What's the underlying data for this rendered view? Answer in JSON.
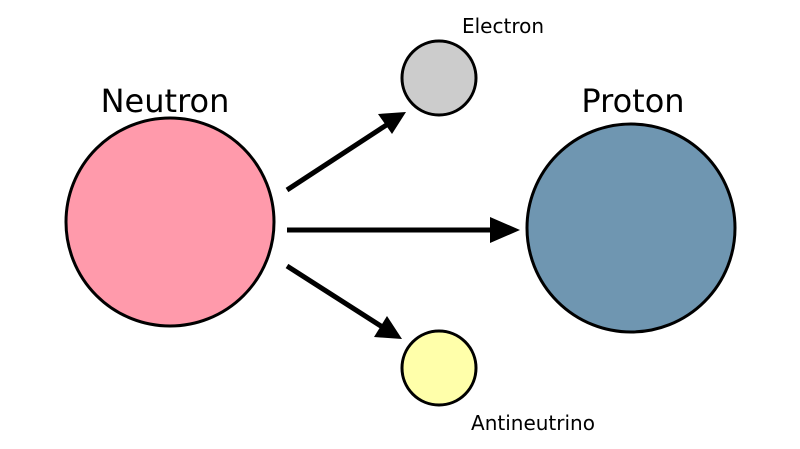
{
  "title": "Beta decay of a neutron",
  "particles": {
    "neutron": {
      "label": "Neutron",
      "color": "#FF9AAB"
    },
    "proton": {
      "label": "Proton",
      "color": "#6F96B1"
    },
    "electron": {
      "label": "Electron",
      "color": "#CCCCCC"
    },
    "antineutrino": {
      "label": "Antineutrino",
      "color": "#FFFFAA"
    }
  },
  "arrow_color": "#000000"
}
